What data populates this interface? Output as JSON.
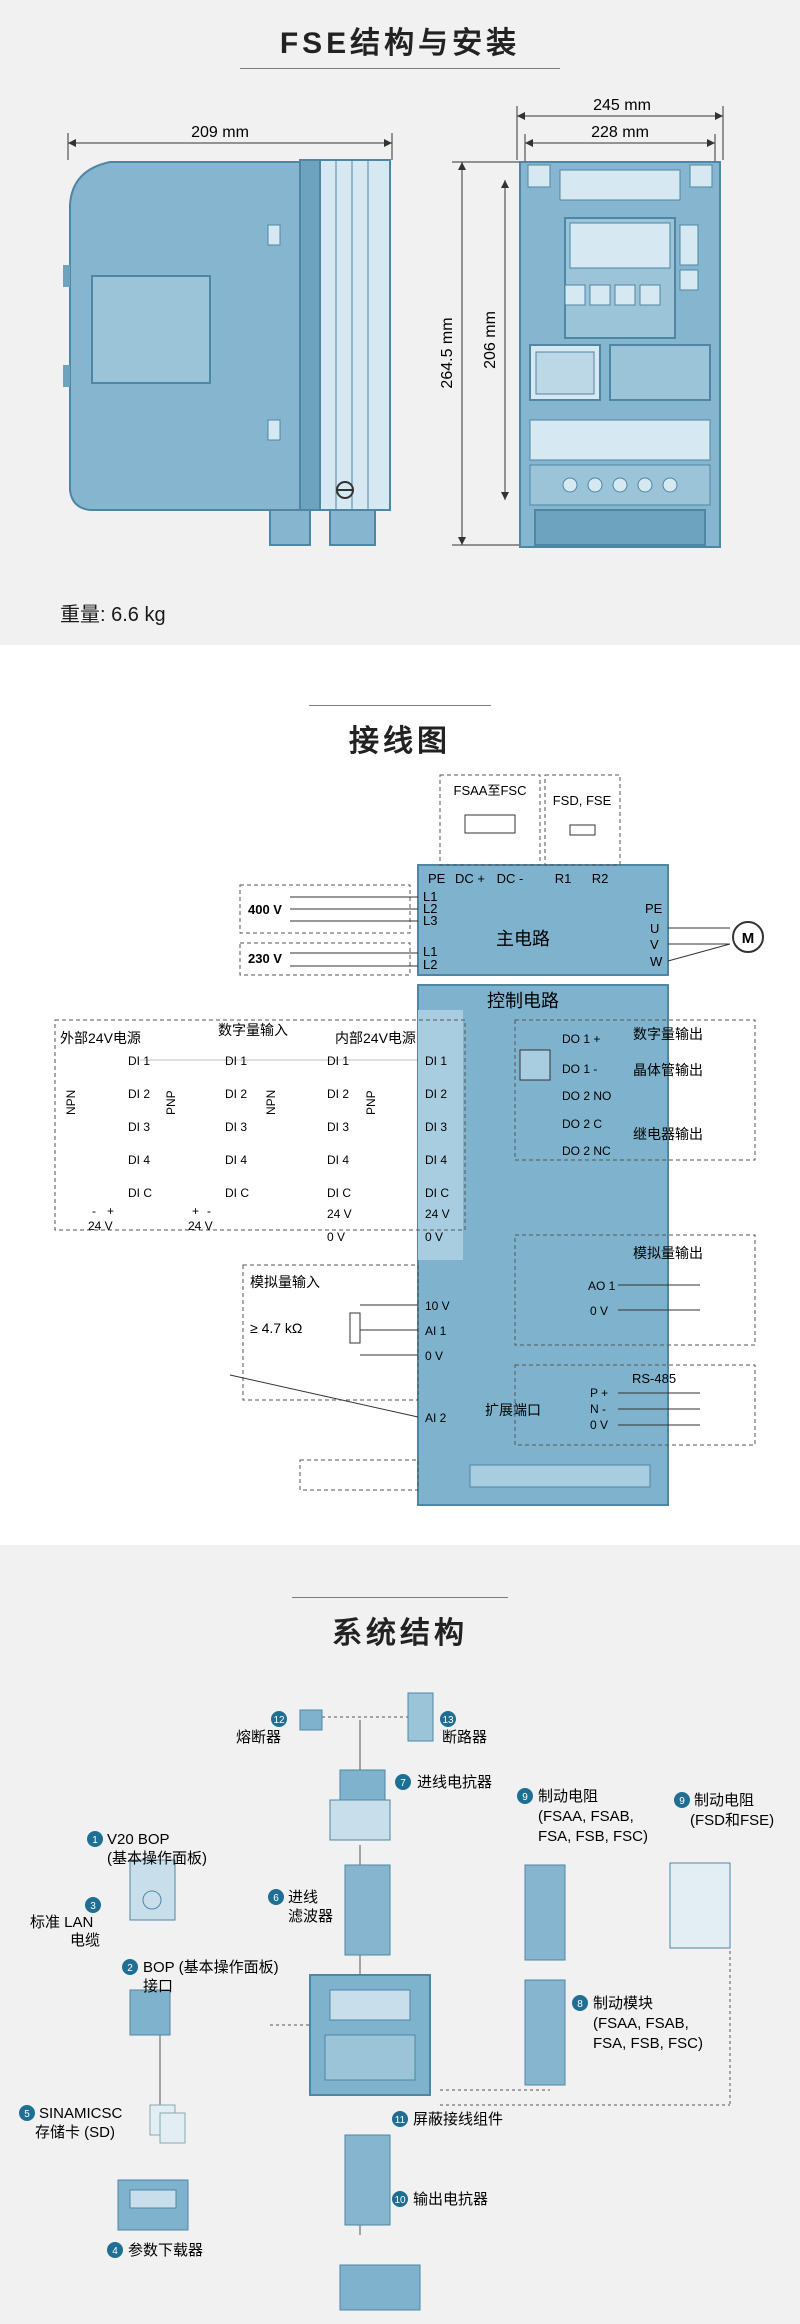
{
  "fse": {
    "title": "FSE结构与安装",
    "dim_width": "209 mm",
    "dim_outer_width": "245 mm",
    "dim_inner_width": "228 mm",
    "dim_height": "264.5 mm",
    "dim_inner_height": "206 mm",
    "weight": "重量: 6.6 kg"
  },
  "wiring": {
    "title": "接线图",
    "fsaa_label": "FSAA至FSC",
    "fsd_label": "FSD, FSE",
    "dc_plus": "DC +",
    "dc_minus": "DC -",
    "r1": "R1",
    "r2": "R2",
    "pe": "PE",
    "l1": "L1",
    "l2": "L2",
    "l3": "L3",
    "v400": "400 V",
    "v230": "230 V",
    "main_circuit": "主电路",
    "out_pe": "PE",
    "out_u": "U",
    "out_v": "V",
    "out_w": "W",
    "motor": "M",
    "control_circuit": "控制电路",
    "ext24": "外部24V电源",
    "digital_in": "数字量输入",
    "int24": "内部24V电源",
    "npn": "NPN",
    "pnp": "PNP",
    "di1": "DI 1",
    "di2": "DI 2",
    "di3": "DI 3",
    "di4": "DI 4",
    "dic": "DI C",
    "supply_minus": "-",
    "supply_plus": "+",
    "v24": "24 V",
    "term_24v": "24 V",
    "term_0v": "0 V",
    "digital_out": "数字量输出",
    "do1p": "DO 1 +",
    "do1m": "DO 1 -",
    "transistor_out": "晶体管输出",
    "do2no": "DO 2 NO",
    "do2c": "DO 2 C",
    "do2nc": "DO 2 NC",
    "relay_out": "继电器输出",
    "analog_in": "模拟量输入",
    "pot": "≥ 4.7 kΩ",
    "t10v": "10 V",
    "ai1": "AI 1",
    "ai2": "AI 2",
    "ai0v": "0 V",
    "analog_out": "模拟量输出",
    "ao1": "AO 1",
    "ao0v": "0 V",
    "ext_port": "扩展端口",
    "rs485": "RS-485",
    "pplus": "P +",
    "nminus": "N -",
    "rs0v": "0 V"
  },
  "system": {
    "title": "系统结构",
    "n12": "12",
    "fuse": "熔断器",
    "n13": "13",
    "breaker": "断路器",
    "n7": "7",
    "line_reactor": "进线电抗器",
    "n1": "1",
    "v20bop": "V20 BOP",
    "v20bop_sub": "(基本操作面板)",
    "n3": "3",
    "lan": "标准 LAN",
    "lan2": "电缆",
    "n6": "6",
    "line_filter": "进线",
    "line_filter2": "滤波器",
    "n2": "2",
    "bop_if": "BOP (基本操作面板)",
    "bop_if2": "接口",
    "n9a": "9",
    "brake_res": "制动电阻",
    "brake_res_types": "(FSAA, FSAB,",
    "brake_res_types2": "FSA, FSB, FSC)",
    "n9b": "9",
    "brake_res2": "制动电阻",
    "brake_res2_types": "(FSD和FSE)",
    "n8": "8",
    "brake_mod": "制动模块",
    "brake_mod_types": "(FSAA, FSAB,",
    "brake_mod_types2": "FSA, FSB, FSC)",
    "n5": "5",
    "card": "SINAMICSC",
    "card2": "存储卡 (SD)",
    "n11": "11",
    "shield": "屏蔽接线组件",
    "n4": "4",
    "downloader": "参数下载器",
    "n10": "10",
    "out_reactor": "输出电抗器"
  },
  "colors": {
    "device": "#7fb2cc",
    "device_dark": "#4f86a3",
    "panel": "#a9cde0",
    "badge": "#1f6e93",
    "bg_gray": "#f1f1f1"
  }
}
